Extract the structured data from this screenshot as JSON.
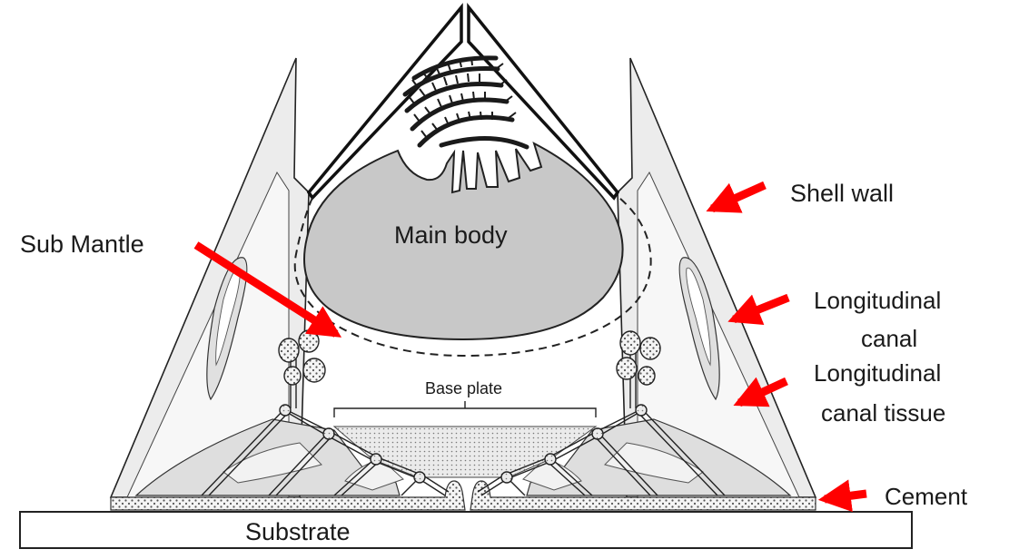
{
  "labels": {
    "shell_wall": "Shell wall",
    "sub_mantle": "Sub Mantle",
    "main_body": "Main body",
    "long_canal_1": "Longitudinal",
    "long_canal_2": "canal",
    "long_tissue_1": "Longitudinal",
    "long_tissue_2": "canal tissue",
    "base_plate": "Base plate",
    "cement": "Cement",
    "substrate": "Substrate"
  },
  "colors": {
    "arrow": "#ff0000",
    "body_fill": "#c8c8c8",
    "shell_fill": "#e6e6e6",
    "tissue_fill": "#d2d2d2",
    "outline": "#222222"
  }
}
